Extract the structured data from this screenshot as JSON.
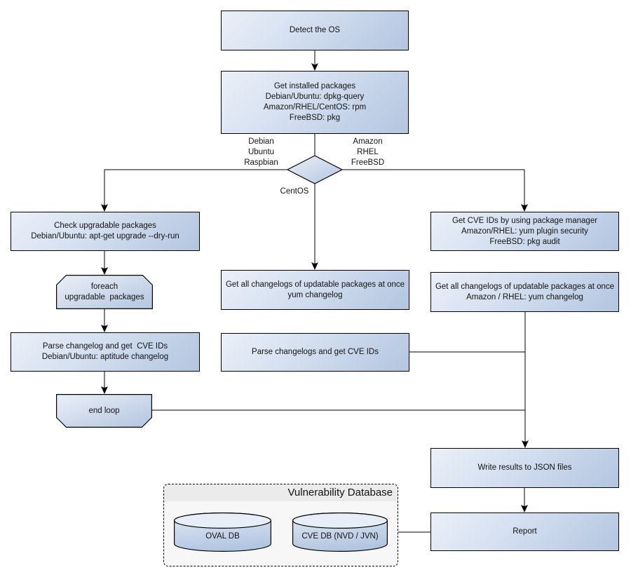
{
  "diagram": {
    "type": "flowchart",
    "background": "#ffffff",
    "colors": {
      "node_fill_light": "#ebf0f8",
      "node_fill_dark": "#b3c5e0",
      "node_border": "#000000",
      "container_fill": "#f7f7f7",
      "container_header_fill": "#ebebeb",
      "text": "#131313"
    },
    "nodes": {
      "detect_os": "Detect the OS",
      "get_installed_packages": "Get installed packages\nDebian/Ubuntu: dpkg-query\nAmazon/RHEL/CentOS: rpm\nFreeBSD: pkg",
      "check_upgradable_packages": "Check upgradable packages\nDebian/Ubuntu: apt-get upgrade --dry-run",
      "foreach_loop": "foreach\nupgradable  packages",
      "parse_changelog_debian": "Parse changelog and get  CVE IDs\nDebian/Ubuntu: aptitude changelog",
      "end_loop": "end loop",
      "get_changelogs_centos": "Get all changelogs of updatable packages at once\nyum changelog",
      "parse_changelogs_centos": "Parse changelogs and get CVE IDs",
      "get_cve_ids_package_manager": "Get CVE IDs by using package manager\nAmazon/RHEL: yum plugin security\nFreeBSD: pkg audit",
      "get_changelogs_amazon_rhel": "Get all changelogs of updatable packages at once\nAmazon / RHEL: yum changelog",
      "write_results": "Write results to JSON files",
      "report": "Report"
    },
    "edge_labels": {
      "debian_branch": "Debian\nUbuntu\nRaspbian",
      "amazon_branch": "Amazon\nRHEL\nFreeBSD",
      "centos_branch": "CentOS"
    },
    "vulnerability_database": {
      "title": "Vulnerability Database",
      "databases": [
        "OVAL DB",
        "CVE DB (NVD / JVN)"
      ]
    }
  }
}
